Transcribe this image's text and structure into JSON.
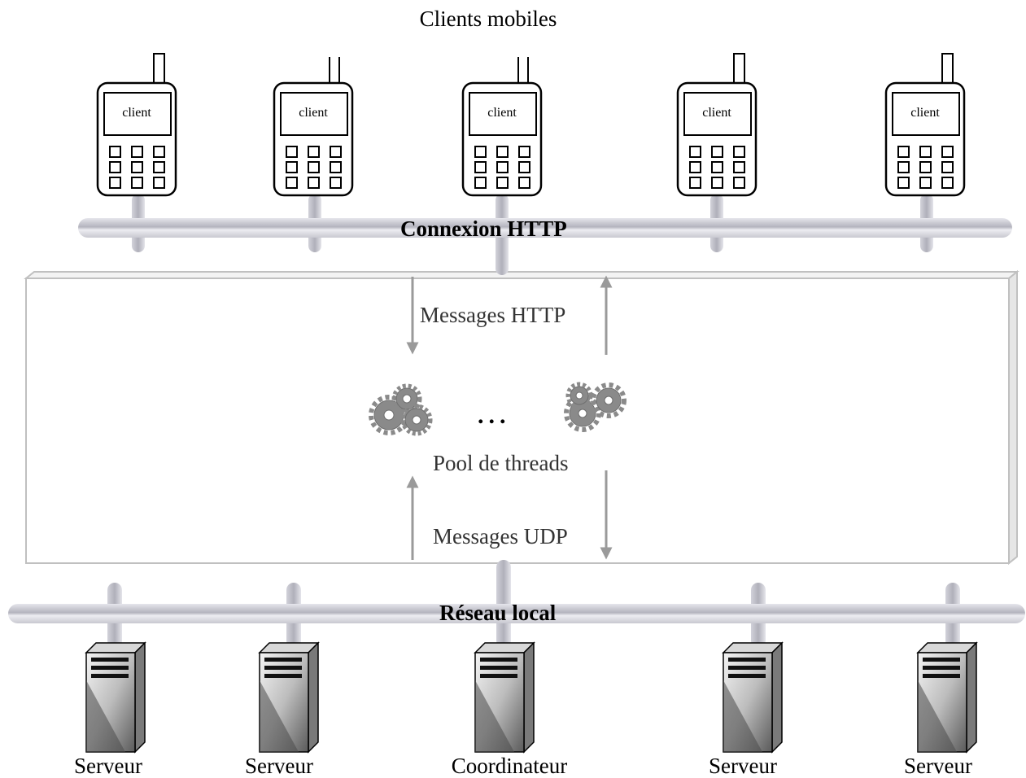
{
  "title": "Clients mobiles",
  "clients": [
    {
      "label": "client"
    },
    {
      "label": "client"
    },
    {
      "label": "client"
    },
    {
      "label": "client"
    },
    {
      "label": "client"
    }
  ],
  "http_bus": {
    "label": "Connexion HTTP"
  },
  "box": {
    "http_messages_label": "Messages HTTP",
    "ellipsis": "...",
    "pool_label": "Pool de threads",
    "udp_messages_label": "Messages UDP"
  },
  "lan_bus": {
    "label": "Réseau local"
  },
  "servers": [
    {
      "label": "Serveur"
    },
    {
      "label": "Serveur"
    },
    {
      "label": "Coordinateur"
    },
    {
      "label": "Serveur"
    },
    {
      "label": "Serveur"
    }
  ],
  "colors": {
    "bus": "#c8c8d0",
    "box_border": "#c0c0c0",
    "arrow": "#9a9a9a",
    "gear": "#8a8a8a"
  }
}
